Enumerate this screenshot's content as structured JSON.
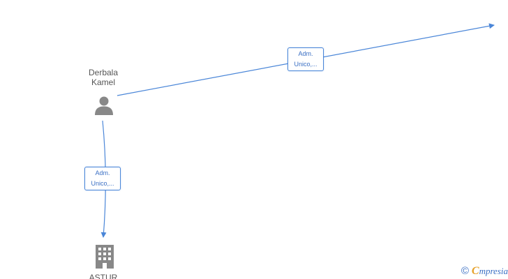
{
  "nodes": {
    "person": {
      "label_line1": "Derbala",
      "label_line2": "Kamel",
      "icon": "person-icon"
    },
    "company": {
      "label": "ASTUR",
      "icon": "building-icon"
    }
  },
  "edges": [
    {
      "from": "person",
      "to": "offscreen-right",
      "label_line1": "Adm.",
      "label_line2": "Unico,..."
    },
    {
      "from": "person",
      "to": "company",
      "label_line1": "Adm.",
      "label_line2": "Unico,..."
    }
  ],
  "watermark": {
    "copyright_symbol": "©",
    "brand_initial": "C",
    "brand_rest": "mpresia"
  },
  "colors": {
    "edge": "#4a86d8",
    "node_icon": "#888888",
    "node_text": "#555555",
    "brand_blue": "#3a6fc4",
    "brand_orange": "#e6a12a"
  }
}
